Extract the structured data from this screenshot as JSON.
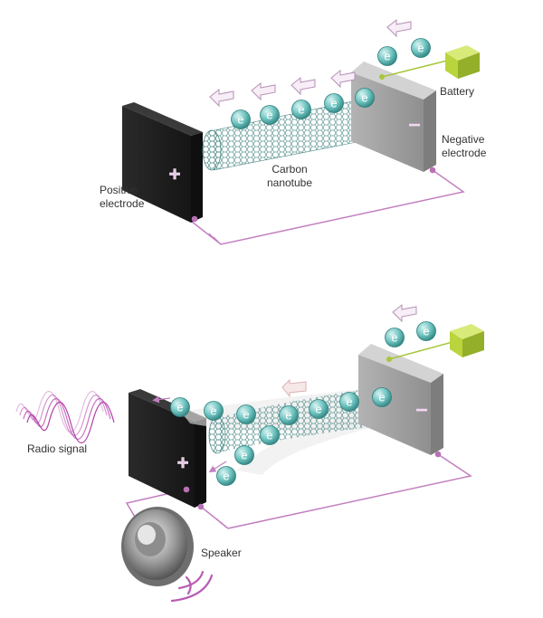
{
  "colors": {
    "wire": "#c27fc0",
    "terminal": "#b870b6",
    "electron_fill": "#6cc2bf",
    "electron_dark": "#2e807c",
    "battery": "#b9d43c",
    "battery_wire": "#a7c63a",
    "arrow_fill": "#f7eef7",
    "arrow_stroke": "#b690b5",
    "speaker": "#8a8a8a",
    "sound_wave": "#b85bb4",
    "radio_wave": "#b23fa8",
    "negative_electrode": "#9f9f9f",
    "positive_electrode": "#222222",
    "nanotube_mesh": "#4d8a87"
  },
  "electron_symbol": "e",
  "plus_symbol": "+",
  "minus_symbol": "−",
  "labels": {
    "battery": "Battery",
    "negative_electrode": "Negative electrode",
    "positive_electrode": "Positive electrode",
    "nanotube": "Carbon nanotube",
    "radio_signal": "Radio signal",
    "speaker": "Speaker"
  },
  "icons": [
    "battery-icon",
    "speaker-icon",
    "radio-wave-icon",
    "sound-wave-icon",
    "electron-icon"
  ]
}
